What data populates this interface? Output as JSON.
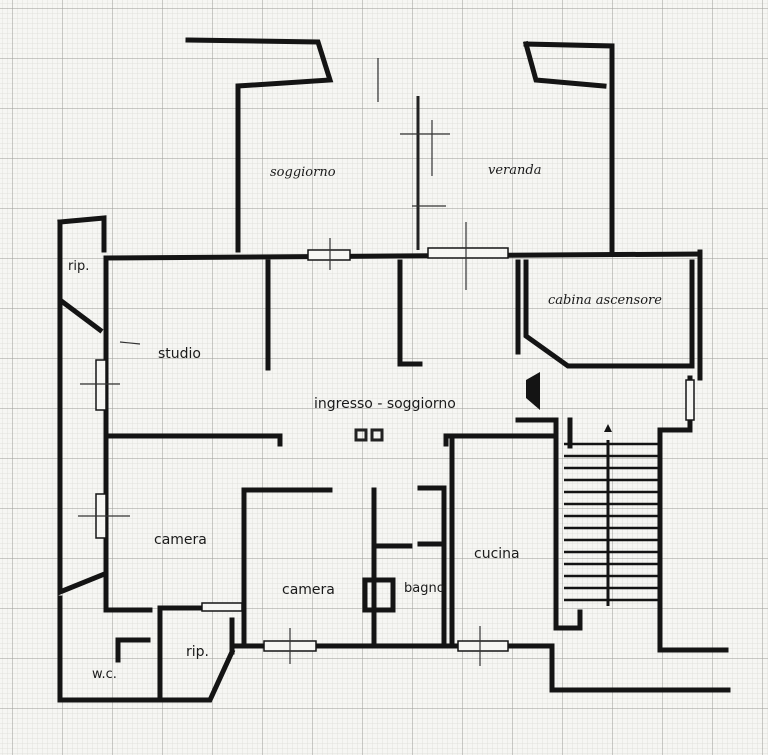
{
  "rooms": {
    "soggiorno": "soggiorno",
    "veranda": "veranda",
    "rip_top": "rip.",
    "cabina_ascensore": "cabina ascensore",
    "studio": "studio",
    "ingresso_soggiorno": "ingresso - soggiorno",
    "camera_left": "camera",
    "cucina": "cucina",
    "camera_center": "camera",
    "bagno": "bagno",
    "wc": "w.c.",
    "rip_bottom": "rip."
  },
  "colors": {
    "paper": "#f6f6f3",
    "grid_minor": "#c9c9c4",
    "grid_major": "#8f8f8a",
    "wall": "#141414"
  }
}
